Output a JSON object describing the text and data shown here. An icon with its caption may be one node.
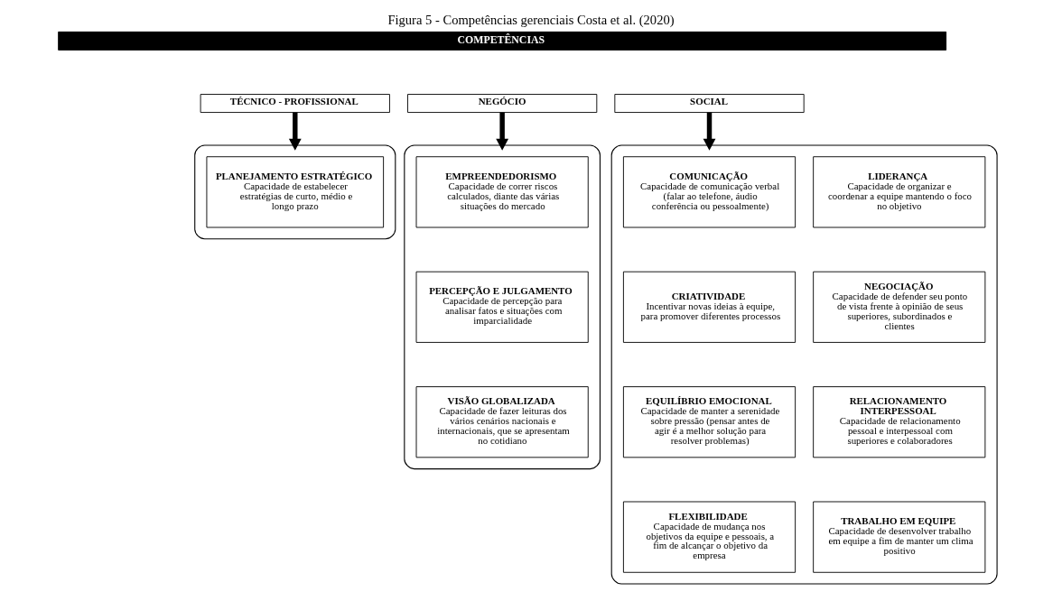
{
  "diagram": {
    "title": "Figura 5 - Competências gerenciais Costa et al. (2020)",
    "nodes": [
      {
        "text": [
          "COMPETÊNCIAS"
        ]
      },
      {
        "text": [
          "TÉCNICO - PROFISSIONAL"
        ]
      },
      {
        "text": [
          "NEGÓCIO"
        ]
      },
      {
        "text": [
          "SOCIAL"
        ]
      },
      {
        "text": [],
        "shape": "box"
      },
      {
        "text": [
          "PLANEJAMENTO ESTRATÉGICO",
          "Capacidade de estabelecer estratégias de curto, médio e longo prazo"
        ],
        "in": 4
      },
      {
        "text": [],
        "shape": "box"
      },
      {
        "text": [
          "EMPREENDEDORISMO",
          "Capacidade de correr riscos calculados, diante das várias situações do mercado"
        ],
        "in": 6
      },
      {
        "text": [
          "PERCEPÇÃO E JULGAMENTO",
          "Capacidade de percepção para analisar fatos e situações com imparcialidade"
        ],
        "in": 6
      },
      {
        "text": [
          "VISÃO GLOBALIZADA",
          "Capacidade de fazer leituras dos vários cenários nacionais e internacionais, que se apresentam no cotidiano"
        ],
        "in": 6
      },
      {
        "text": [],
        "shape": "box"
      },
      {
        "text": [
          "COMUNICAÇÃO",
          "Capacidade de comunicação verbal (falar ao telefone, áudio conferência ou pessoalmente)"
        ],
        "in": 10
      },
      {
        "text": [
          "LIDERANÇA",
          "Capacidade de organizar e coordenar a equipe mantendo o foco no objetivo"
        ],
        "in": 10
      },
      {
        "text": [
          "CRIATIVIDADE",
          "Incentivar novas ideias à equipe, para promover diferentes processos"
        ],
        "in": 10
      },
      {
        "text": [
          "NEGOCIAÇÃO",
          "Capacidade de defender seu ponto de vista frente à opinião de seus superiores, subordinados e clientes"
        ],
        "in": 10
      },
      {
        "text": [
          "EQUILÍBRIO EMOCIONAL",
          "Capacidade de manter a serenidade sobre pressão (pensar antes de agir é a melhor solução para resolver problemas)"
        ],
        "in": 10
      },
      {
        "text": [
          "RELACIONAMENTO INTERPESSOAL",
          "Capacidade de relacionamento pessoal e interpessoal com superiores e colaboradores"
        ],
        "in": 10
      },
      {
        "text": [
          "FLEXIBILIDADE",
          "Capacidade de mudança nos objetivos da equipe e pessoais, a fim de alcançar o objetivo da empresa"
        ],
        "in": 10
      },
      {
        "text": [
          "TRABALHO EM EQUIPE",
          "Capacidade de desenvolver trabalho em equipe a fim de manter um clima positivo"
        ],
        "in": 10
      }
    ],
    "edges": [
      {
        "from": 1,
        "to": 4,
        "arrow": "to"
      },
      {
        "from": 2,
        "to": 6,
        "arrow": "to"
      },
      {
        "from": 3,
        "to": 10,
        "arrow": "to"
      }
    ]
  }
}
